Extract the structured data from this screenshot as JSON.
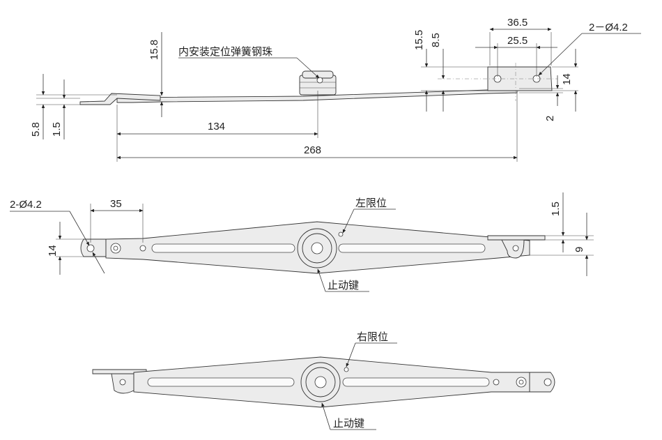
{
  "side_view": {
    "dims": {
      "d_15_8": "15.8",
      "d_15_5": "15.5",
      "d_8_5": "8.5",
      "d_36_5": "36.5",
      "d_25_5": "25.5",
      "d_2_hole": "2－Ø4.2",
      "d_14": "14",
      "d_2": "2",
      "d_5_8": "5.8",
      "d_1_5": "1.5",
      "d_134": "134",
      "d_268": "268"
    },
    "label_ball": "内安装定位弹簧钢珠"
  },
  "left_limit_view": {
    "dims": {
      "d_2_hole": "2-Ø4.2",
      "d_35": "35",
      "d_14": "14",
      "d_1_5": "1.5",
      "d_9": "9"
    },
    "label_limit": "左限位",
    "label_stop": "止动键"
  },
  "right_limit_view": {
    "label_limit": "右限位",
    "label_stop": "止动键"
  }
}
